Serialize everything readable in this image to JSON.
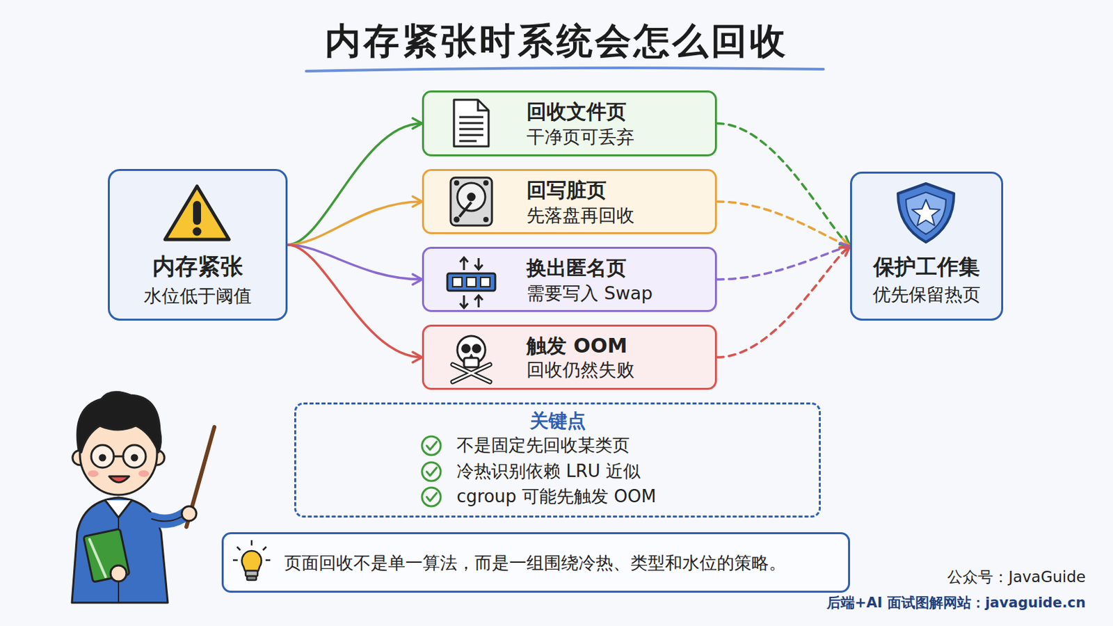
{
  "diagram": {
    "title": "内存紧张时系统会怎么回收",
    "nodes": [
      {
        "text": [
          "内存紧张",
          "水位低于阈值"
        ]
      },
      {
        "text": [
          "回收文件页",
          "干净页可丢弃"
        ]
      },
      {
        "text": [
          "回写脏页",
          "先落盘再回收"
        ]
      },
      {
        "text": [
          "换出匿名页",
          "需要写入 Swap"
        ]
      },
      {
        "text": [
          "触发 OOM",
          "回收仍然失败"
        ]
      },
      {
        "text": [
          "保护工作集",
          "优先保留热页"
        ]
      },
      {
        "text": [
          "关键点",
          "不是固定先回收某类页",
          "冷热识别依赖 LRU 近似",
          "cgroup 可能先触发 OOM"
        ]
      },
      {
        "text": [
          "页面回收不是单一算法，而是一组围绕冷热、类型和水位的策略。"
        ]
      }
    ],
    "edges": [
      {
        "from": 0,
        "to": 1,
        "arrow": "to"
      },
      {
        "from": 0,
        "to": 2,
        "arrow": "to"
      },
      {
        "from": 0,
        "to": 3,
        "arrow": "to"
      },
      {
        "from": 0,
        "to": 4,
        "arrow": "to"
      },
      {
        "from": 1,
        "to": 5,
        "arrow": "to"
      },
      {
        "from": 2,
        "to": 5,
        "arrow": "to"
      },
      {
        "from": 3,
        "to": 5,
        "arrow": "to"
      },
      {
        "from": 4,
        "to": 5,
        "arrow": "to"
      }
    ],
    "labels": [
      "公众号：JavaGuide",
      "后端+AI 面试图解网站：javaguide.cn"
    ]
  }
}
